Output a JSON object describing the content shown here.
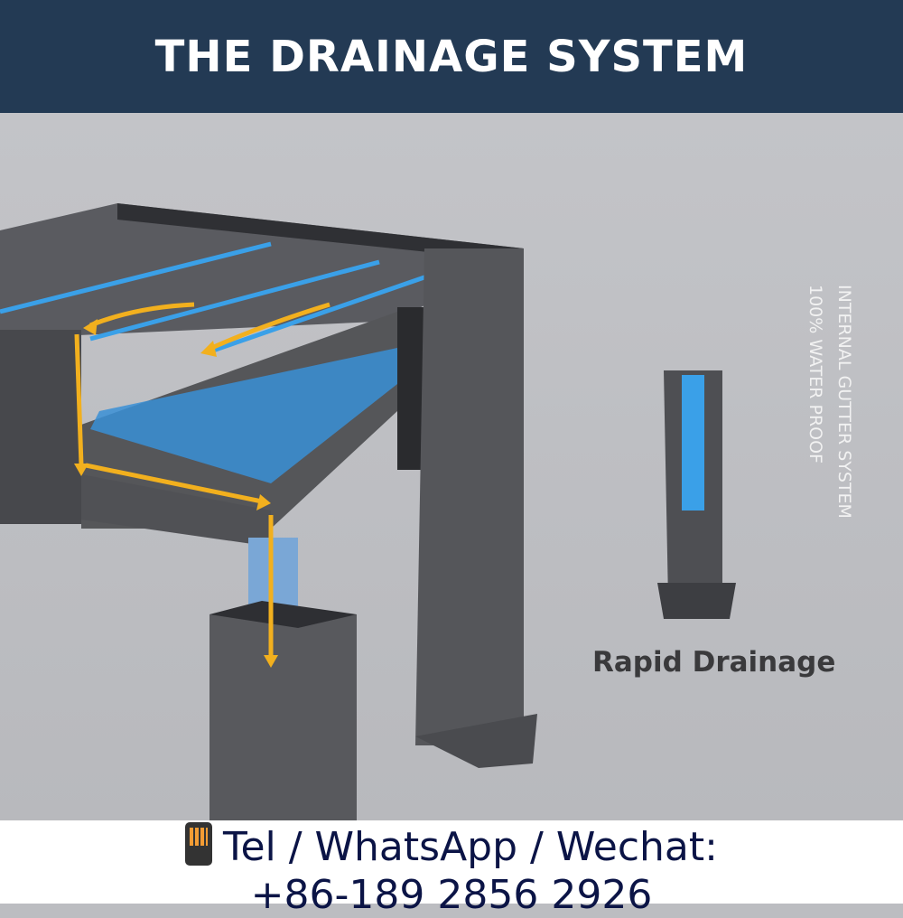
{
  "header": {
    "title": "THE DRAINAGE SYSTEM"
  },
  "annotations": {
    "line1": "INTERNAL GUTTER SYSTEM",
    "line2": "100% WATER PROOF",
    "caption": "Rapid Drainage"
  },
  "footer": {
    "contact_label": "Tel / WhatsApp / Wechat:",
    "phone_number": "+86-189 2856 2926",
    "icon": "mobile-phone-icon"
  },
  "colors": {
    "header_bg": "#233a54",
    "arrow": "#f2b01e",
    "water": "#3aa0e8",
    "metal": "#4a4b4f",
    "footer_text": "#0b1446"
  }
}
